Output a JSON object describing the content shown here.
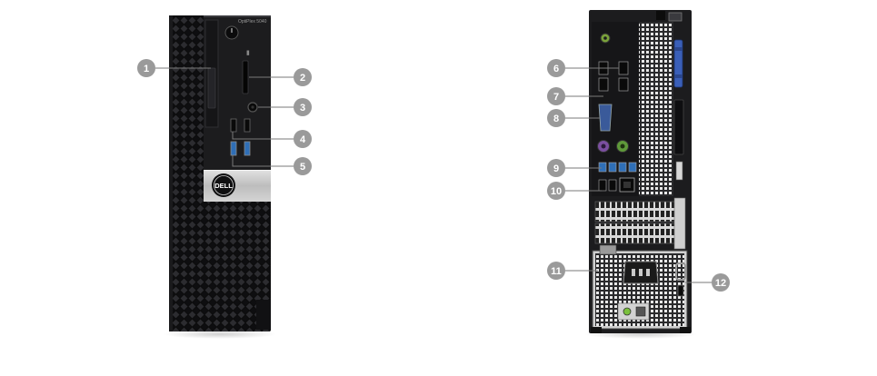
{
  "front_view": {
    "model_label": "OptiPlex 5040",
    "brand_label": "DELL"
  },
  "callouts": [
    "1",
    "2",
    "3",
    "4",
    "5",
    "6",
    "7",
    "8",
    "9",
    "10",
    "11",
    "12"
  ],
  "colors": {
    "chassis": "#1c1c1e",
    "silver": "#c9c9c9",
    "callout": "#9a9a9a",
    "usb3_blue": "#2f6fb7",
    "ps2_purple": "#7b4fa0",
    "ps2_green": "#5f9a3a",
    "vga_blue": "#3a5a9a",
    "latch_blue": "#3a5fb8"
  }
}
